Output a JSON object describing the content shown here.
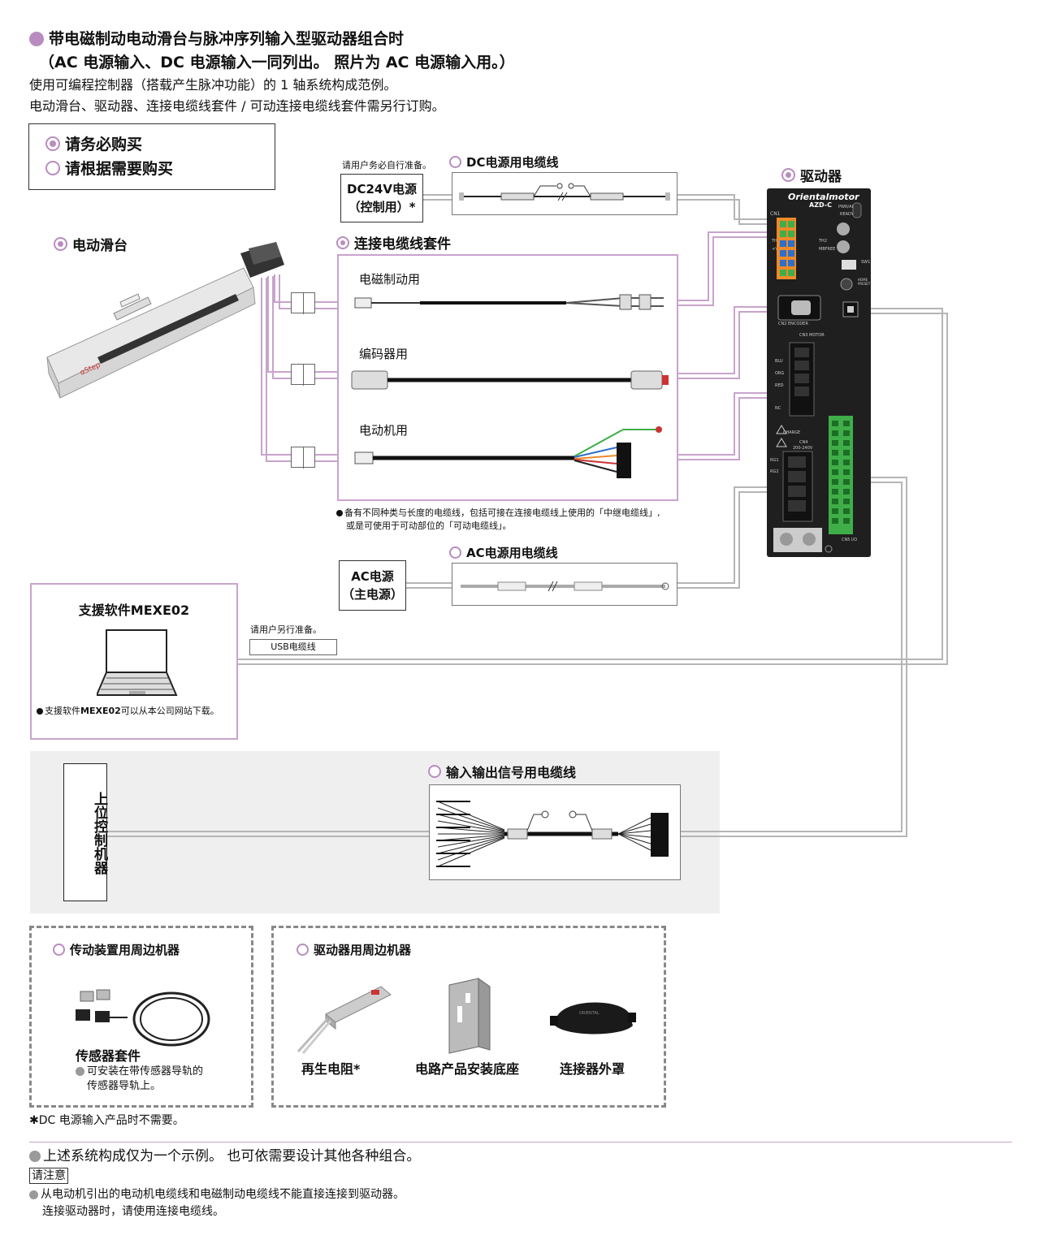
{
  "header": {
    "title_line1": "带电磁制动电动滑台与脉冲序列输入型驱动器组合时",
    "title_line2": "（AC 电源输入、DC 电源输入一同列出。 照片为 AC 电源输入用。）",
    "desc_line1": "使用可编程控制器（搭载产生脉冲功能）的 1 轴系统构成范例。",
    "desc_line2": "电动滑台、驱动器、连接电缆线套件 / 可动连接电缆线套件需另行订购。"
  },
  "legend": {
    "must_buy": "请务必购买",
    "optional_buy": "请根据需要购买"
  },
  "dc_power": {
    "note": "请用户务必自行准备。",
    "label_line1": "DC24V电源",
    "label_line2": "（控制用）*",
    "cable_title": "DC电源用电缆线"
  },
  "driver": {
    "title": "驱动器",
    "brand": "Orientalmotor",
    "model": "AZD-C",
    "labels": {
      "cn1": "CN1",
      "pwr": "PWR/ALM",
      "ready": "READY",
      "th1": "TH1",
      "th2": "TH2",
      "v": "+V",
      "mb": "MBFREE",
      "encoder": "CN2 ENCODER",
      "motor": "CN3 MOTOR",
      "blu": "BLU",
      "org": "ORG",
      "red": "RED",
      "nc": "NC",
      "charge": "CHARGE",
      "cn4": "CN4",
      "v200": "200-240V",
      "rg1": "RG1",
      "rg2": "RG2",
      "cn5": "CN5 I/O",
      "sw1": "SW1",
      "home": "HOME PRESET"
    }
  },
  "slide": {
    "title": "电动滑台"
  },
  "cable_kit": {
    "title": "连接电缆线套件",
    "brake": "电磁制动用",
    "encoder": "编码器用",
    "motor": "电动机用",
    "note_line1": "备有不同种类与长度的电缆线，包括可接在连接电缆线上使用的「中继电缆线」,",
    "note_line2": "或是可使用于可动部位的「可动电缆线」。"
  },
  "ac_power": {
    "label_line1": "AC电源",
    "label_line2": "（主电源）",
    "cable_title": "AC电源用电缆线"
  },
  "software": {
    "title": "支援软件MEXE02",
    "note_prefix": "支援软件",
    "note_bold": "MEXE02",
    "note_suffix": "可以从本公司网站下载。"
  },
  "usb": {
    "note": "请用户另行准备。",
    "label": "USB电缆线"
  },
  "host": {
    "label": "上位控制机器"
  },
  "io_cable": {
    "title": "输入输出信号用电缆线"
  },
  "actuator_peripherals": {
    "title": "传动装置用周边机器",
    "sensor_kit": "传感器套件",
    "sensor_note_line1": "可安装在带传感器导轨的",
    "sensor_note_line2": "传感器导轨上。"
  },
  "driver_peripherals": {
    "title": "驱动器用周边机器",
    "regen": "再生电阻*",
    "mount": "电路产品安装底座",
    "cover": "连接器外罩"
  },
  "footnote": "DC 电源输入产品时不需要。",
  "footer": {
    "example_note": "上述系统构成仅为一个示例。 也可依需要设计其他各种组合。",
    "caution_label": "请注意",
    "caution_line1": "从电动机引出的电动机电缆线和电磁制动电缆线不能直接连接到驱动器。",
    "caution_line2": "连接驱动器时，请使用连接电缆线。"
  },
  "colors": {
    "accent": "#b98cc0",
    "frame_purple": "#c8a3cc",
    "gray_line": "#b5b5b5",
    "panel_gray": "#efefef",
    "driver_body": "#1f1f1f",
    "terminal_green": "#3fae49",
    "terminal_orange": "#ee8a2a",
    "terminal_blue": "#2e6fc9"
  }
}
